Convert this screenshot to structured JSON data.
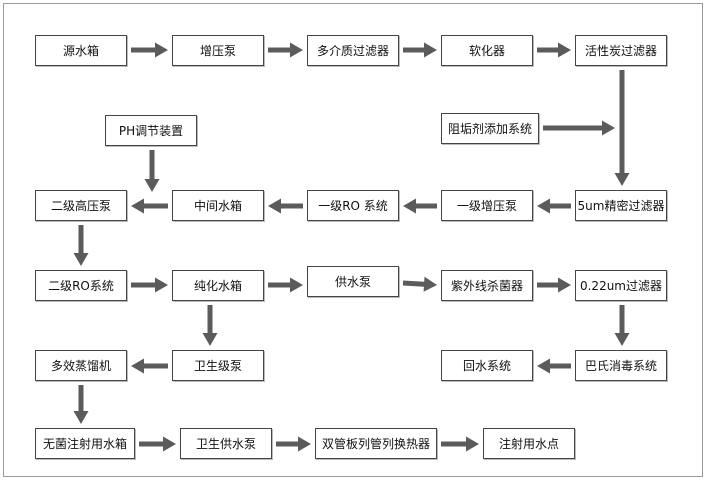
{
  "diagram": {
    "nodes": [
      {
        "id": "n1",
        "label": "源水箱"
      },
      {
        "id": "n2",
        "label": "增压泵"
      },
      {
        "id": "n3",
        "label": "多介质过滤器"
      },
      {
        "id": "n4",
        "label": "软化器"
      },
      {
        "id": "n5",
        "label": "活性炭过滤器"
      },
      {
        "id": "n6",
        "label": "PH调节装置"
      },
      {
        "id": "n7",
        "label": "阻垢剂添加系统"
      },
      {
        "id": "n8",
        "label": "二级高压泵"
      },
      {
        "id": "n9",
        "label": "中间水箱"
      },
      {
        "id": "n10",
        "label": "一级RO 系统"
      },
      {
        "id": "n11",
        "label": "一级增压泵"
      },
      {
        "id": "n12",
        "label": "5um精密过滤器"
      },
      {
        "id": "n13",
        "label": "二级RO系统"
      },
      {
        "id": "n14",
        "label": "纯化水箱"
      },
      {
        "id": "n15",
        "label": "供水泵"
      },
      {
        "id": "n16",
        "label": "紫外线杀菌器"
      },
      {
        "id": "n17",
        "label": "0.22um过滤器"
      },
      {
        "id": "n18",
        "label": "多效蒸馏机"
      },
      {
        "id": "n19",
        "label": "卫生级泵"
      },
      {
        "id": "n20",
        "label": "回水系统"
      },
      {
        "id": "n21",
        "label": "巴氏消毒系统"
      },
      {
        "id": "n22",
        "label": "无菌注射用水箱"
      },
      {
        "id": "n23",
        "label": "卫生供水泵"
      },
      {
        "id": "n24",
        "label": "双管板列管列换热器"
      },
      {
        "id": "n25",
        "label": "注射用水点"
      }
    ],
    "edges": [
      {
        "from": "n1",
        "to": "n2"
      },
      {
        "from": "n2",
        "to": "n3"
      },
      {
        "from": "n3",
        "to": "n4"
      },
      {
        "from": "n4",
        "to": "n5"
      },
      {
        "from": "n5",
        "to": "n12"
      },
      {
        "from": "n7",
        "to": "n5n12-line"
      },
      {
        "from": "n12",
        "to": "n11"
      },
      {
        "from": "n11",
        "to": "n10"
      },
      {
        "from": "n10",
        "to": "n9"
      },
      {
        "from": "n9",
        "to": "n8"
      },
      {
        "from": "n6",
        "to": "n8n9-arrow"
      },
      {
        "from": "n8",
        "to": "n13"
      },
      {
        "from": "n13",
        "to": "n14"
      },
      {
        "from": "n14",
        "to": "n15"
      },
      {
        "from": "n15",
        "to": "n16"
      },
      {
        "from": "n16",
        "to": "n17"
      },
      {
        "from": "n17",
        "to": "n21"
      },
      {
        "from": "n21",
        "to": "n20"
      },
      {
        "from": "n14",
        "to": "n19"
      },
      {
        "from": "n19",
        "to": "n18"
      },
      {
        "from": "n18",
        "to": "n22"
      },
      {
        "from": "n22",
        "to": "n23"
      },
      {
        "from": "n23",
        "to": "n24"
      },
      {
        "from": "n24",
        "to": "n25"
      }
    ],
    "colors": {
      "arrow": "#5b5b5b",
      "box_border": "#444444",
      "frame": "#9a9a9a"
    }
  }
}
